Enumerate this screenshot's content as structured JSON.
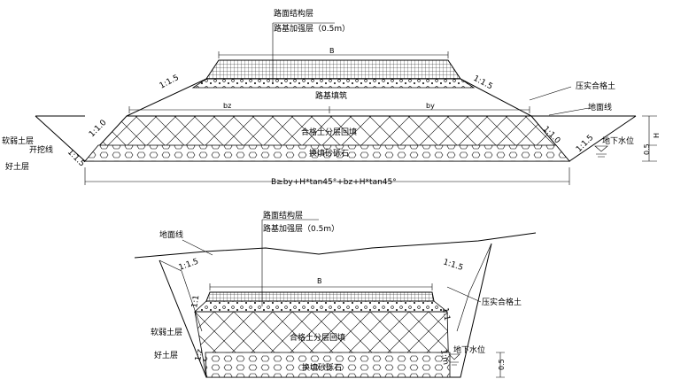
{
  "top_diagram": {
    "pavement_label": "路面结构层",
    "subgrade_reinforce_label": "路基加强层（0.5m）",
    "width_label": "B",
    "embankment_label": "路基填筑",
    "slope_upper_left": "1:1.5",
    "slope_upper_right": "1:1.5",
    "compacted_soil_label": "压实合格土",
    "ground_line_label": "地面线",
    "bz_label": "bz",
    "by_label": "by",
    "slope_lower_left_inner": "1:1.0",
    "slope_lower_left_outer": "1:1.5",
    "slope_lower_right_inner": "1:1.0",
    "slope_lower_right_outer": "1:1.5",
    "soft_soil_label": "软弱土层",
    "excavation_line_label": "开挖线",
    "good_soil_label": "好土层",
    "backfill_label": "合格土分层回填",
    "gravel_label": "换填砂砾石",
    "groundwater_label": "地下水位",
    "depth_h_label": "H",
    "depth_value_label": "0.5",
    "formula_label": "B≥by+H*tan45°+bz+H*tan45°"
  },
  "bottom_diagram": {
    "pavement_label": "路面结构层",
    "subgrade_reinforce_label": "路基加强层（0.5m）",
    "ground_line_label": "地面线",
    "slope_left": "1:1.5",
    "slope_right": "1:1.5",
    "width_label": "B",
    "compacted_soil_label": "压实合格土",
    "inner_slope_left": "1:1",
    "inner_slope_right": "1:1",
    "soft_soil_label": "软弱土层",
    "backfill_label": "合格土分层回填",
    "good_soil_label": "好土层",
    "lower_slope_left": "1:z",
    "lower_slope_right": "1:m",
    "groundwater_label": "地下水位",
    "depth_value_label": "0.5",
    "gravel_label": "换填砂砾石"
  }
}
